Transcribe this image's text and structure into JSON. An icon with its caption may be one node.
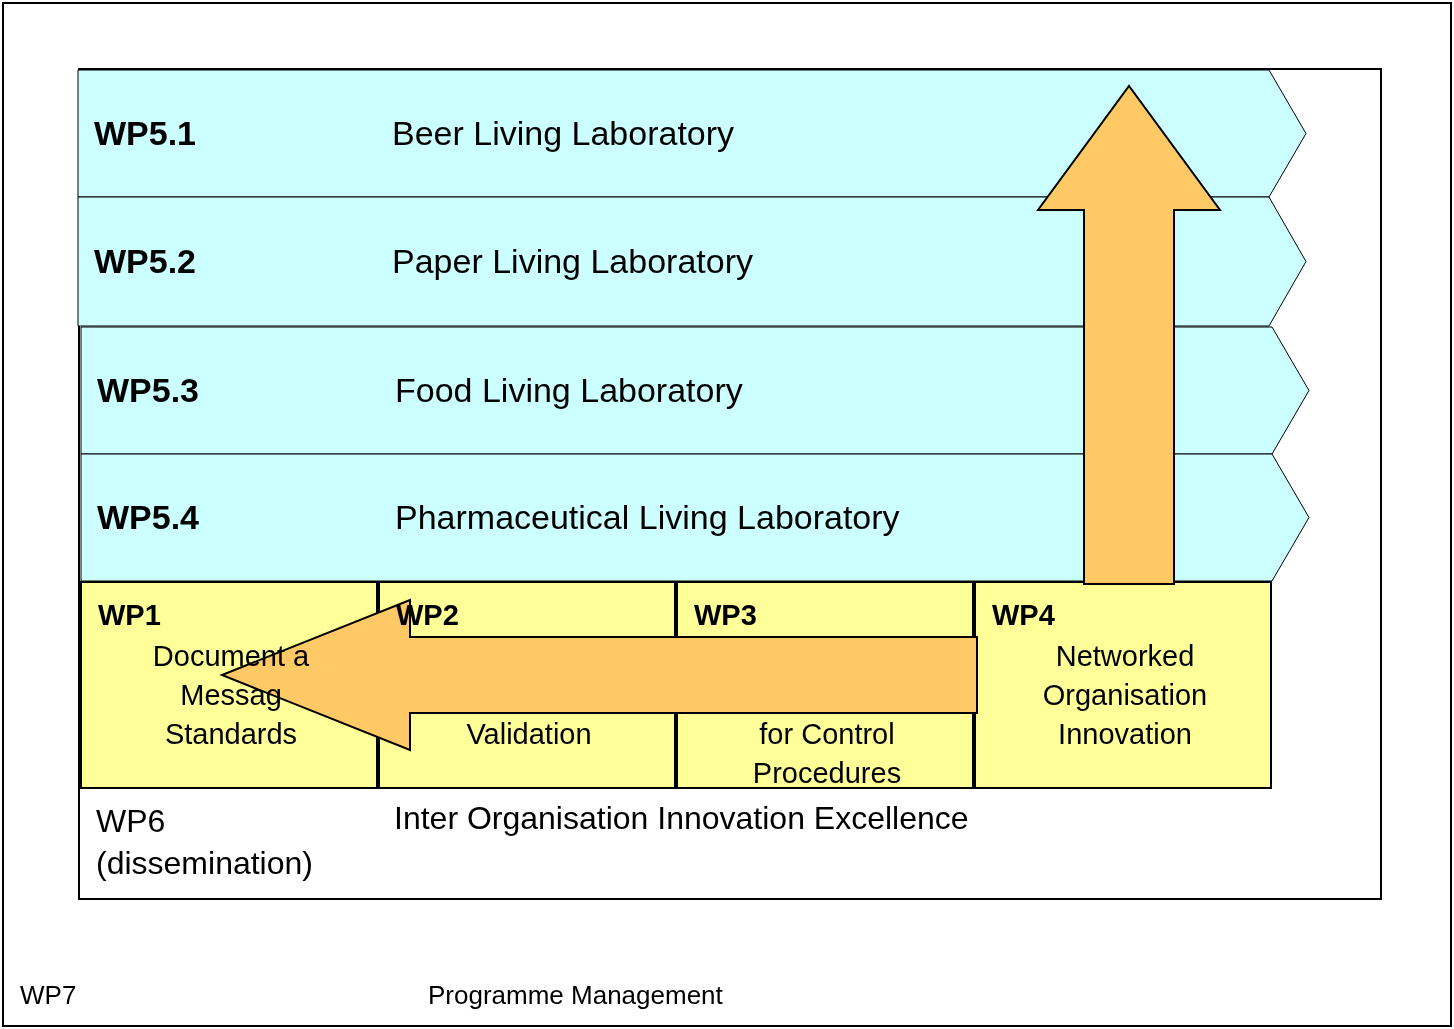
{
  "diagram": {
    "nodes": [
      {
        "text": [
          "WP7",
          "Programme Management"
        ]
      },
      {
        "text": [
          "WP6 (dissemination)",
          "Inter Organisation Innovation Excellence"
        ],
        "in": 0
      },
      {
        "text": [
          "WP5.1",
          "Beer Living Laboratory"
        ],
        "in": 1
      },
      {
        "text": [
          "WP5.2",
          "Paper Living Laboratory"
        ],
        "in": 1
      },
      {
        "text": [
          "WP5.3",
          "Food Living Laboratory"
        ],
        "in": 1
      },
      {
        "text": [
          "WP5.4",
          "Pharmaceutical Living Laboratory"
        ],
        "in": 1
      },
      {
        "text": [
          "WP1",
          "Document a Messag Standards"
        ],
        "in": 1
      },
      {
        "text": [
          "WP2",
          "Validation"
        ],
        "in": 1
      },
      {
        "text": [
          "WP3",
          "for Control Procedures"
        ],
        "in": 1
      },
      {
        "text": [
          "WP4",
          "Networked Organisation Innovation"
        ],
        "in": 1
      }
    ],
    "edges": [
      {
        "from": 9,
        "to": 2,
        "arrow": "to"
      },
      {
        "from": 9,
        "to": 6,
        "arrow": "to"
      }
    ]
  }
}
